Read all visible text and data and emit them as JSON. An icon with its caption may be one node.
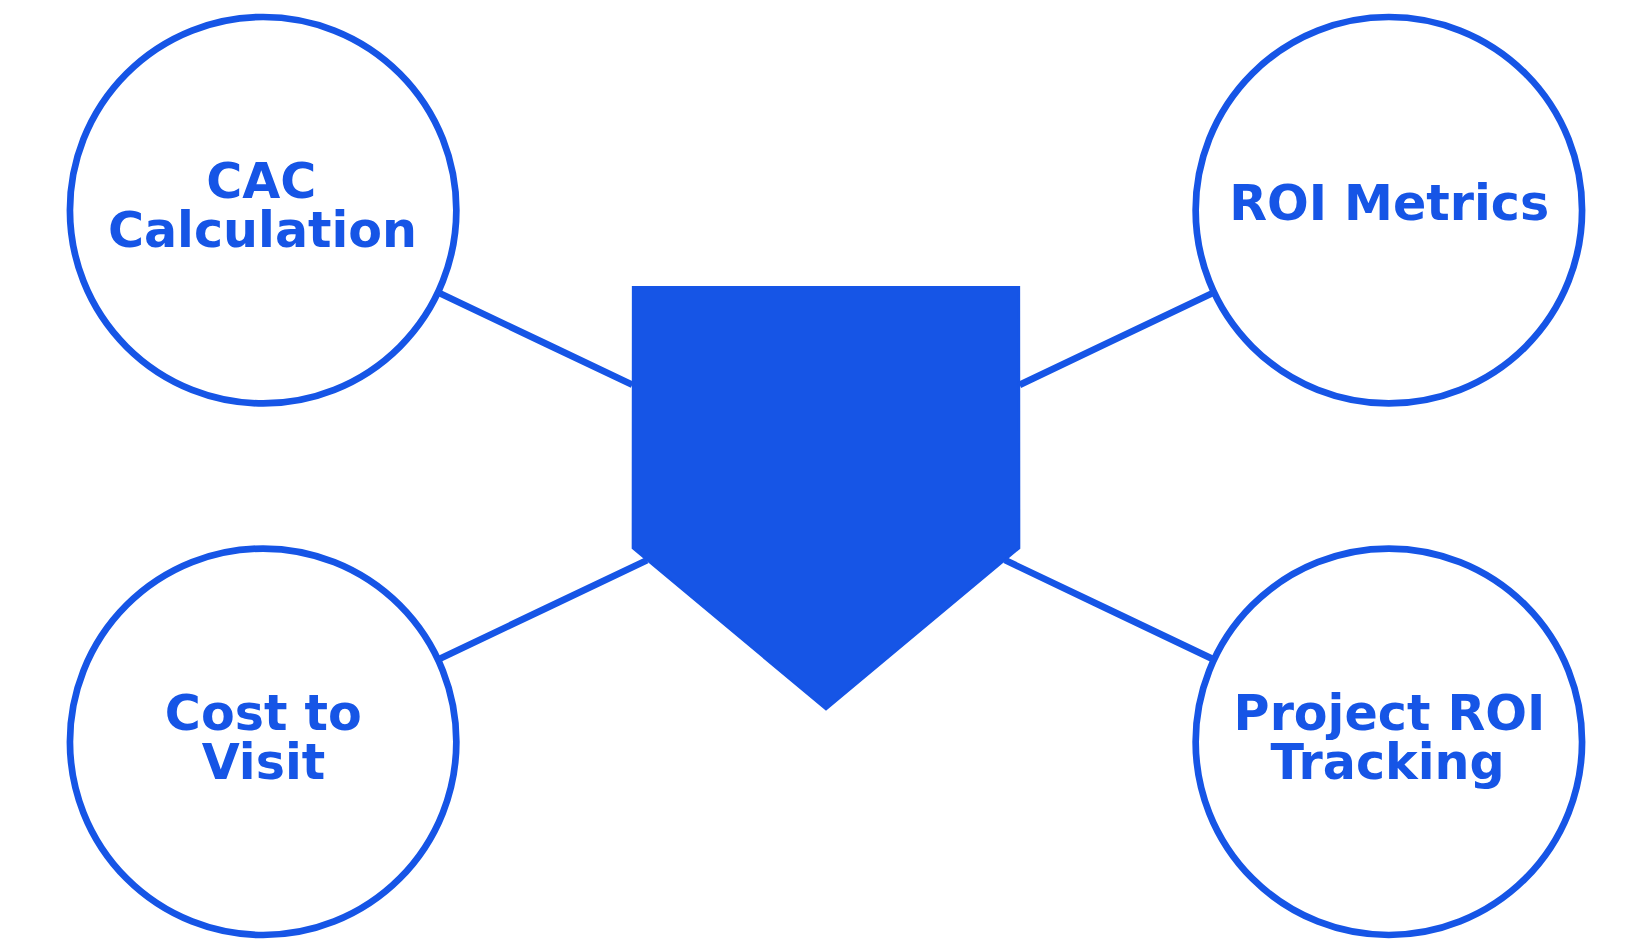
{
  "diagram": {
    "nodes": [
      {
        "text": [
          "CAC Calculation"
        ]
      },
      {
        "text": [
          "ROI Metrics"
        ]
      },
      {
        "text": [],
        "shape": "shield"
      },
      {
        "text": [
          "Cost to Visit"
        ]
      },
      {
        "text": [
          "Project ROI Tracking"
        ]
      }
    ],
    "edges": [
      {
        "from": 0,
        "to": 2,
        "arrow": "none"
      },
      {
        "from": 2,
        "to": 1,
        "arrow": "none"
      },
      {
        "from": 3,
        "to": 2,
        "arrow": "none"
      },
      {
        "from": 2,
        "to": 4,
        "arrow": "none"
      }
    ]
  }
}
